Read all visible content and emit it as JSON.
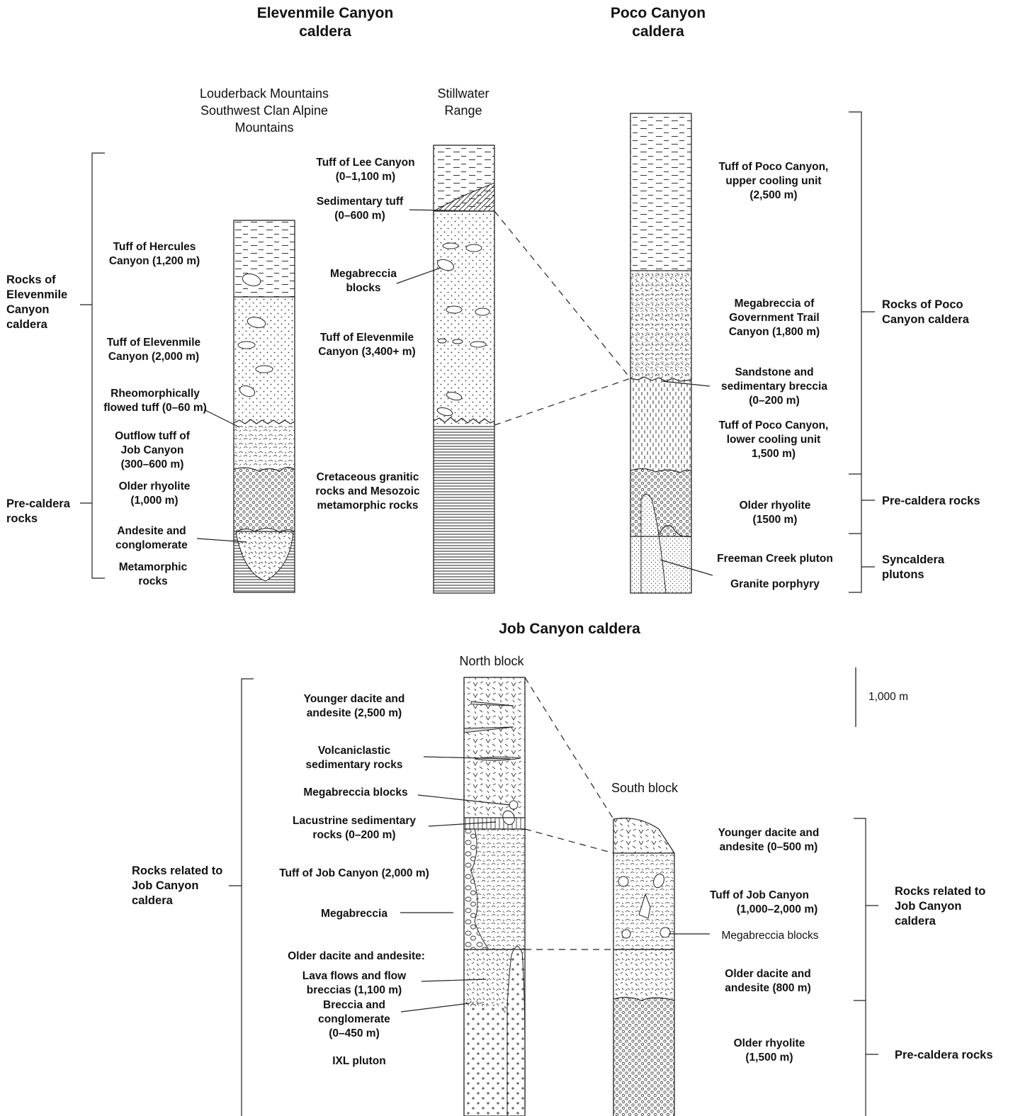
{
  "titles": {
    "elevenmile": [
      "Elevenmile Canyon",
      "caldera"
    ],
    "poco": [
      "Poco Canyon",
      "caldera"
    ],
    "job": [
      "Job Canyon caldera"
    ]
  },
  "subtitles": {
    "louderback": [
      "Louderback Mountains",
      "Southwest Clan Alpine",
      "Mountains"
    ],
    "stillwater": [
      "Stillwater",
      "Range"
    ],
    "north": [
      "North block"
    ],
    "south": [
      "South block"
    ]
  },
  "scale_bar": "1,000 m",
  "groups": {
    "g_elev_rocks": [
      "Rocks of",
      "Elevenmile",
      "Canyon",
      "caldera"
    ],
    "g_elev_pre": [
      "Pre-caldera",
      "rocks"
    ],
    "g_poco_rocks": [
      "Rocks of Poco",
      "Canyon caldera"
    ],
    "g_poco_pre": [
      "Pre-caldera rocks"
    ],
    "g_poco_syn": [
      "Syncaldera",
      "plutons"
    ],
    "g_job_left": [
      "Rocks related to",
      "Job Canyon",
      "caldera"
    ],
    "g_job_right": [
      "Rocks related to",
      "Job Canyon",
      "caldera"
    ],
    "g_job_pre": [
      "Pre-caldera rocks"
    ]
  },
  "labels": {
    "l_hercules": [
      "Tuff of Hercules",
      "Canyon  (1,200 m)"
    ],
    "l_elev_tuff": [
      "Tuff of Elevenmile",
      "Canyon  (2,000 m)"
    ],
    "l_rheo": [
      "Rheomorphically",
      "flowed tuff (0–60 m)"
    ],
    "l_outflow": [
      "Outflow tuff of",
      "Job Canyon",
      "(300–600 m)"
    ],
    "l_older_rhy_l": [
      "Older rhyolite",
      "(1,000 m)"
    ],
    "l_andesite": [
      "Andesite and",
      "conglomerate"
    ],
    "l_meta": [
      "Metamorphic",
      "rocks"
    ],
    "l_lee": [
      "Tuff of Lee Canyon",
      "(0–1,100 m)"
    ],
    "l_sed_tuff": [
      "Sedimentary tuff",
      "(0–600 m)"
    ],
    "l_megab": [
      "Megabreccia",
      "blocks"
    ],
    "l_elev_tuff2": [
      "Tuff of Elevenmile",
      "Canyon  (3,400+ m)"
    ],
    "l_cret": [
      "Cretaceous granitic",
      "rocks and Mesozoic",
      "metamorphic rocks"
    ],
    "l_poco_upper": [
      "Tuff of Poco Canyon,",
      "upper cooling unit",
      "(2,500 m)"
    ],
    "l_gov": [
      "Megabreccia of",
      "Government Trail",
      "Canyon (1,800 m)"
    ],
    "l_sandstone": [
      "Sandstone and",
      "sedimentary breccia",
      "(0–200 m)"
    ],
    "l_poco_lower": [
      "Tuff of Poco Canyon,",
      "lower cooling unit",
      "1,500 m)"
    ],
    "l_older_rhy_p": [
      "Older rhyolite",
      "(1500 m)"
    ],
    "l_freeman": [
      "Freeman Creek pluton"
    ],
    "l_granite": [
      "Granite porphyry"
    ],
    "l_young_n": [
      "Younger dacite and",
      "andesite (2,500 m)"
    ],
    "l_volc": [
      "Volcaniclastic",
      "sedimentary rocks"
    ],
    "l_megab_blocks_n": [
      "Megabreccia blocks"
    ],
    "l_lacus": [
      "Lacustrine sedimentary",
      "rocks (0–200 m)"
    ],
    "l_tuff_job_n": [
      "Tuff of Job Canyon (2,000 m)"
    ],
    "l_megab_n": [
      "Megabreccia"
    ],
    "l_older_dac": [
      "Older dacite and andesite:"
    ],
    "l_lava": [
      "Lava flows and flow",
      "breccias (1,100 m)"
    ],
    "l_breccia": [
      "Breccia and",
      "conglomerate",
      "(0–450 m)"
    ],
    "l_ixl": [
      "IXL pluton"
    ],
    "l_young_s": [
      "Younger dacite and",
      "andesite (0–500 m)"
    ],
    "l_tuff_job_s": [
      "Tuff of Job Canyon",
      "(1,000–2,000 m)"
    ],
    "l_megab_blocks_s": [
      "Megabreccia blocks"
    ],
    "l_older_dac_s": [
      "Older dacite and",
      "andesite (800 m)"
    ],
    "l_older_rhy_s": [
      "Older rhyolite",
      "(1,500 m)"
    ]
  }
}
